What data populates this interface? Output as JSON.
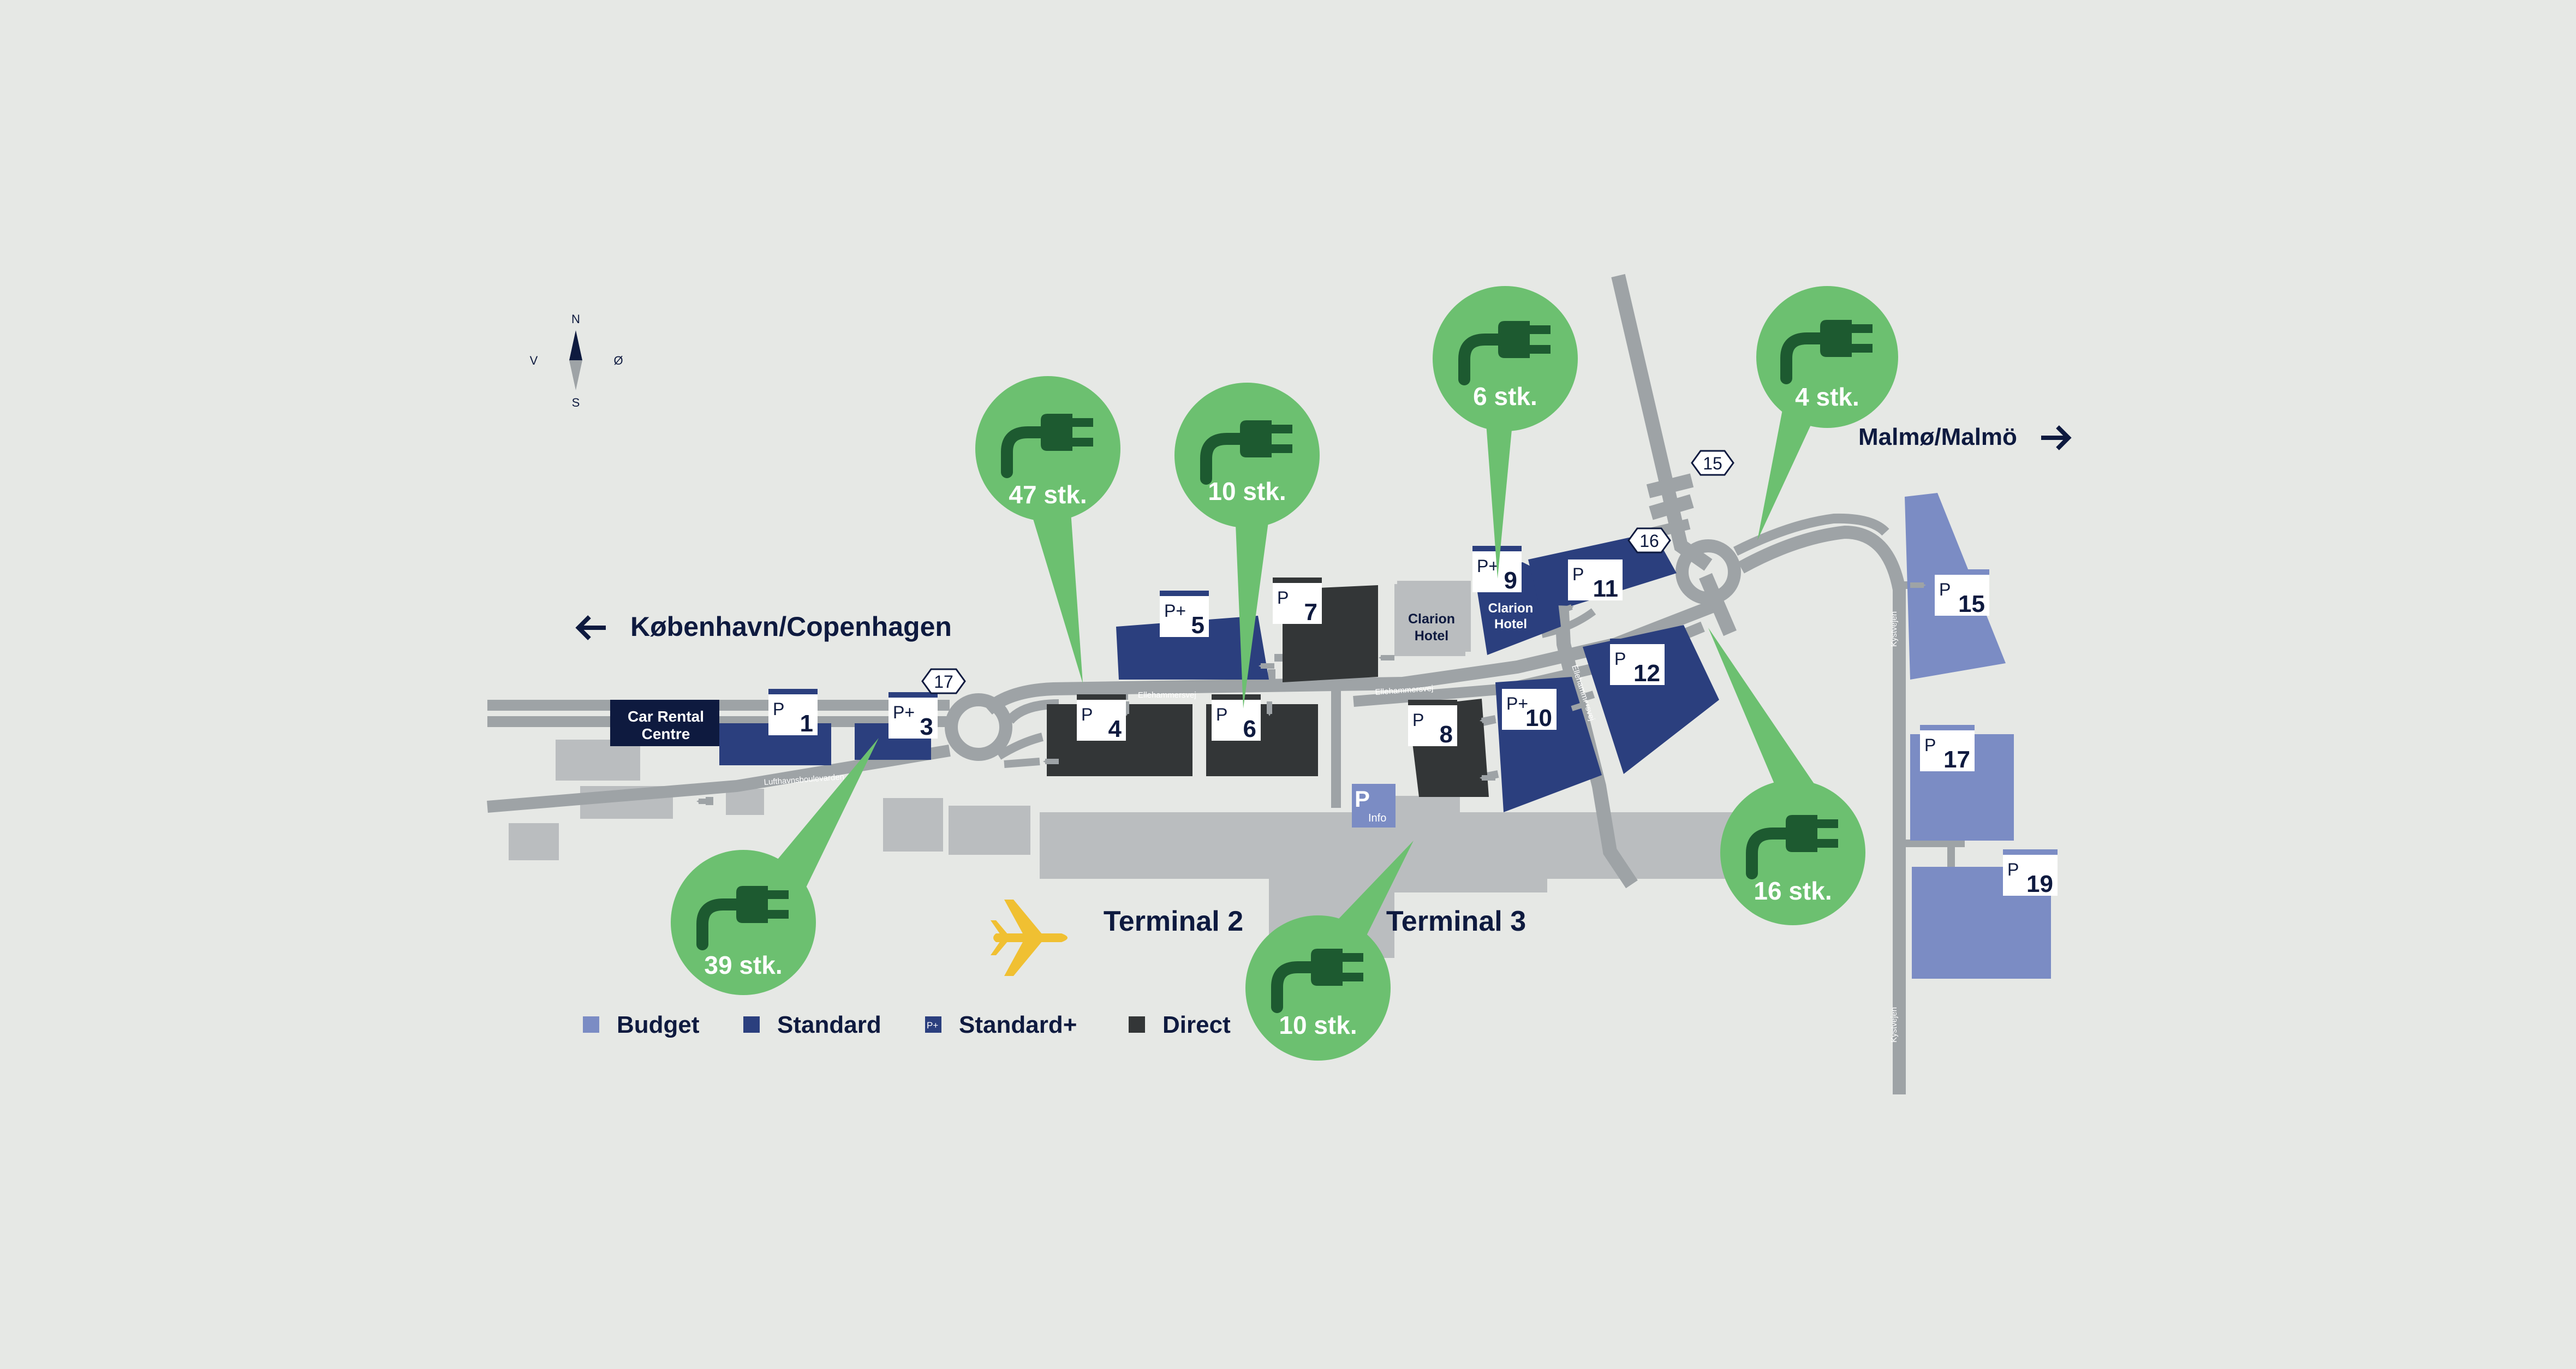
{
  "compass": {
    "n": "N",
    "s": "S",
    "w": "V",
    "e": "Ø"
  },
  "directions": {
    "copenhagen": "København/Copenhagen",
    "malmo": "Malmø/Malmö"
  },
  "routes": {
    "r15": "15",
    "r16": "16",
    "r17": "17"
  },
  "terminals": {
    "t2": "Terminal 2",
    "t3": "Terminal 3"
  },
  "buildings": {
    "car_rental_1": "Car Rental",
    "car_rental_2": "Centre",
    "clarion_a1": "Clarion",
    "clarion_a2": "Hotel",
    "clarion_b1": "Clarion",
    "clarion_b2": "Hotel",
    "p_info": "Info"
  },
  "streets": {
    "ellehammersvej_a": "Ellehammersvej",
    "ellehammersvej_b": "Ellehammersvej",
    "lufthavnsboulevarden": "Lufthavnsboulevarden",
    "kystvejen_a": "Kystvejen",
    "kystvejen_b": "Kystvejen",
    "side_road": "Ellehammersvej"
  },
  "parking_labels": {
    "p1": {
      "letter": "P",
      "number": "1"
    },
    "p3": {
      "letter": "P+",
      "number": "3"
    },
    "p4": {
      "letter": "P",
      "number": "4"
    },
    "p5": {
      "letter": "P+",
      "number": "5"
    },
    "p6": {
      "letter": "P",
      "number": "6"
    },
    "p7": {
      "letter": "P",
      "number": "7"
    },
    "p8": {
      "letter": "P",
      "number": "8"
    },
    "p9": {
      "letter": "P+",
      "number": "9"
    },
    "p10": {
      "letter": "P+",
      "number": "10"
    },
    "p11": {
      "letter": "P",
      "number": "11"
    },
    "p12": {
      "letter": "P",
      "number": "12"
    },
    "p15": {
      "letter": "P",
      "number": "15"
    },
    "p17": {
      "letter": "P",
      "number": "17"
    },
    "p19": {
      "letter": "P",
      "number": "19"
    }
  },
  "chargers": [
    {
      "id": "p4",
      "count": "47 stk."
    },
    {
      "id": "p6",
      "count": "10 stk."
    },
    {
      "id": "p9",
      "count": "6 stk."
    },
    {
      "id": "p15",
      "count": "4 stk."
    },
    {
      "id": "p3",
      "count": "39 stk."
    },
    {
      "id": "t3",
      "count": "10 stk."
    },
    {
      "id": "p12",
      "count": "16 stk."
    }
  ],
  "legend": [
    {
      "label": "Budget",
      "color": "#7b8cc4",
      "mark": ""
    },
    {
      "label": "Standard",
      "color": "#2b3f7e",
      "mark": ""
    },
    {
      "label": "Standard+",
      "color": "#2b3f7e",
      "mark": "P+"
    },
    {
      "label": "Direct",
      "color": "#333637",
      "mark": ""
    }
  ],
  "colors": {
    "background": "#e6e8e5",
    "road": "#9ea3a6",
    "terminal": "#babdbf",
    "budget": "#7b8cc4",
    "standard": "#2b3f7e",
    "direct": "#333637",
    "charger": "#6cc070",
    "plug": "#1d5a30",
    "navy": "#0e1a3f",
    "plane": "#f0c032"
  }
}
